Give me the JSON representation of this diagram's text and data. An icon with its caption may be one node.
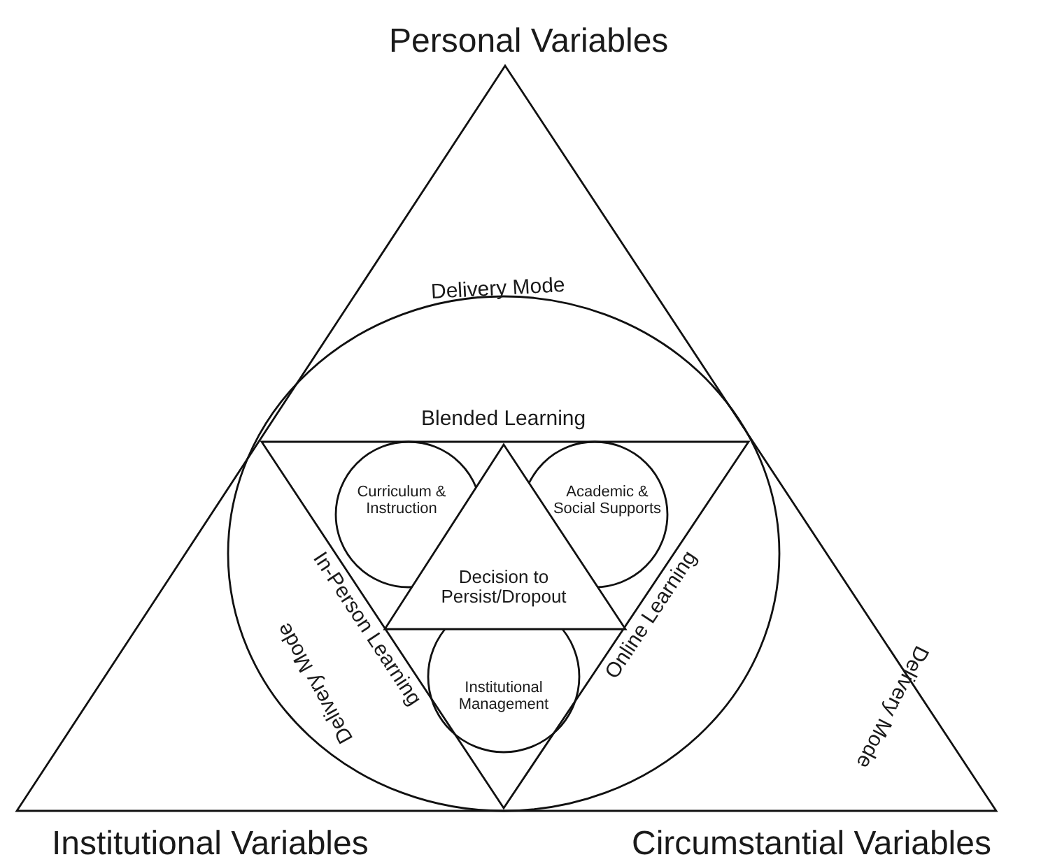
{
  "diagram": {
    "nodes": [
      {
        "text": [
          "Personal Variables",
          "Institutional Variables",
          "Circumstantial Variables"
        ]
      },
      {
        "text": [
          "Delivery Mode",
          "Delivery Mode",
          "Delivery Mode"
        ],
        "in": 0
      },
      {
        "text": [
          "Blended Learning",
          "In-Person Learning",
          "Online Learning"
        ],
        "in": 1
      },
      {
        "text": [
          "Curriculum & Instruction"
        ],
        "in": 2
      },
      {
        "text": [
          "Academic & Social Supports"
        ],
        "in": 2
      },
      {
        "text": [
          "Institutional Management"
        ],
        "in": 2
      },
      {
        "text": [
          "Decision to Persist/Dropout"
        ],
        "in": 2
      }
    ]
  }
}
